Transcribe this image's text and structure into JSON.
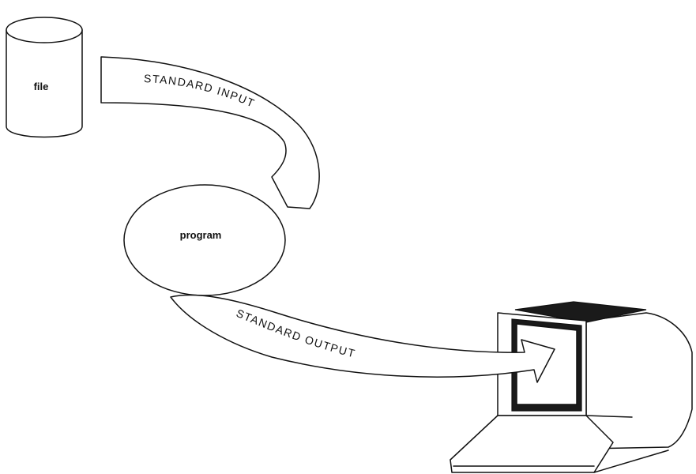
{
  "nodes": {
    "file": {
      "label": "file"
    },
    "program": {
      "label": "program"
    }
  },
  "flows": {
    "standard_input": {
      "label": "STANDARD INPUT"
    },
    "standard_output": {
      "label": "STANDARD OUTPUT"
    }
  },
  "colors": {
    "ink": "#111111",
    "background": "#ffffff"
  },
  "icons": {
    "file_icon": "cylinder-icon",
    "terminal_icon": "computer-terminal-icon"
  }
}
